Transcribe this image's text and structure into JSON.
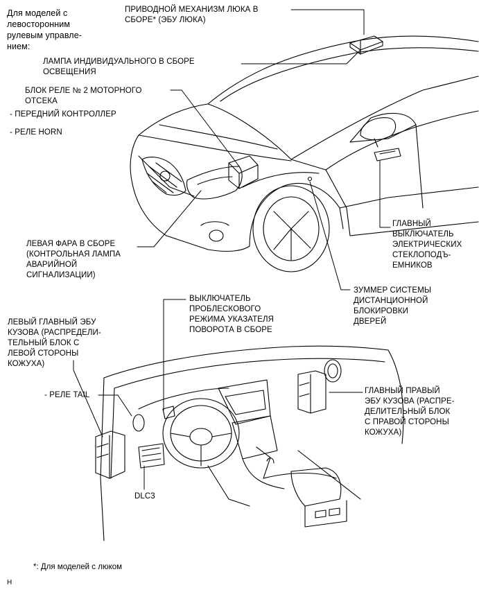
{
  "title_note": [
    "Для моделей с",
    "левосторонним",
    "рулевым управле-",
    "нием:"
  ],
  "labels": {
    "sunroof_ecu": [
      "ПРИВОДНОЙ МЕХАНИЗМ ЛЮКА В",
      "СБОРЕ* (ЭБУ ЛЮКА)"
    ],
    "personal_lamp": [
      "ЛАМПА ИНДИВИДУАЛЬНОГО  В СБОРЕ",
      "ОСВЕЩЕНИЯ"
    ],
    "relay_block": [
      "БЛОК РЕЛЕ № 2 МОТОРНОГО",
      "ОТСЕКА"
    ],
    "front_controller": [
      "- ПЕРЕДНИЙ КОНТРОЛЛЕР"
    ],
    "horn_relay": [
      "- РЕЛЕ HORN"
    ],
    "headlamp": [
      "ЛЕВАЯ ФАРА В СБОРЕ",
      " (КОНТРОЛЬНАЯ ЛАМПА",
      "АВАРИЙНОЙ",
      "СИГНАЛИЗАЦИИ)"
    ],
    "window_switch": [
      "ГЛАВНЫЙ",
      "ВЫКЛЮЧАТЕЛЬ",
      "ЭЛЕКТРИЧЕСКИХ",
      "СТЕКЛОПОДЪ-",
      "ЕМНИКОВ"
    ],
    "door_buzzer": [
      "ЗУММЕР СИСТЕМЫ",
      "ДИСТАНЦИОННОЙ",
      "БЛОКИРОВКИ",
      "ДВЕРЕЙ"
    ],
    "hazard_switch": [
      "ВЫКЛЮЧАТЕЛЬ",
      "ПРОБЛЕСКОВОГО",
      "РЕЖИМА УКАЗАТЕЛЯ",
      "ПОВОРОТА В СБОРЕ"
    ],
    "left_body_ecu": [
      "ЛЕВЫЙ ГЛАВНЫЙ ЭБУ",
      "КУЗОВА (РАСПРЕДЕЛИ-",
      "ТЕЛЬНЫЙ БЛОК С",
      "ЛЕВОЙ СТОРОНЫ",
      "КОЖУХА)"
    ],
    "tail_relay": [
      "- РЕЛЕ TAIL"
    ],
    "right_body_ecu": [
      "ГЛАВНЫЙ ПРАВЫЙ",
      "ЭБУ КУЗОВА (РАСПРЕ-",
      "ДЕЛИТЕЛЬНЫЙ БЛОК",
      "С ПРАВОЙ СТОРОНЫ",
      "КОЖУХА)"
    ],
    "dlc3": [
      "DLC3"
    ]
  },
  "footnote": "*: Для моделей с люком",
  "figure_code": "H"
}
